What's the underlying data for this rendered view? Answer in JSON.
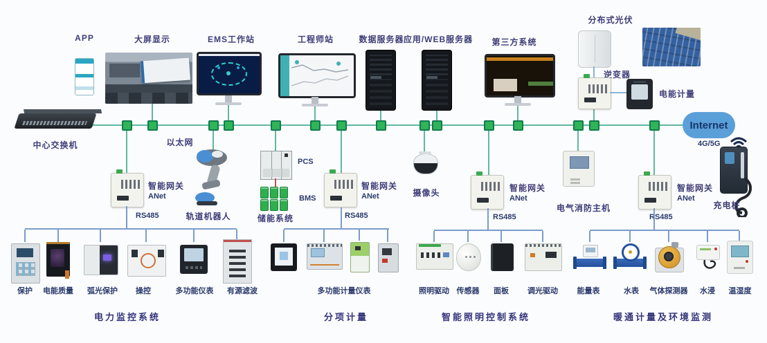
{
  "colors": {
    "background": "#fbfcfe",
    "ethernet_line": "#5fb8a0",
    "node_green": "#2fb457",
    "node_border": "#117a4e",
    "rs485_line": "#7b9ccb",
    "label_text": "#3d3d77",
    "internet_cloud": "#5b9fd8",
    "internet_text": "#16366b",
    "battery_green": "#2fae4e",
    "pcs_link_red": "#c0504d"
  },
  "top_row": {
    "app": "APP",
    "big_screen": "大屏显示",
    "ems_workstation": "EMS工作站",
    "engineer_station": "工程师站",
    "data_server": "数据服务器",
    "web_server": "应用/WEB服务器",
    "third_party": "第三方系统",
    "distributed_pv": "分布式光伏",
    "inverter": "逆变器",
    "energy_metering": "电能计量",
    "internet": "Internet",
    "cellular": "4G/5G"
  },
  "network": {
    "core_switch": "中心交换机",
    "ethernet": "以太网",
    "rs485": "RS485",
    "gateway_name": "智能网关",
    "gateway_model": "ANet"
  },
  "mid_row": {
    "rail_robot": "轨道机器人",
    "pcs": "PCS",
    "bms": "BMS",
    "storage_system": "储能系统",
    "camera": "摄像头",
    "fire_host": "电气消防主机",
    "charging_pile": "充电桩"
  },
  "groups": [
    {
      "title": "电力监控系统",
      "devices": [
        "保护",
        "电能质量",
        "弧光保护",
        "操控",
        "多功能仪表",
        "有源滤波"
      ]
    },
    {
      "title": "分项计量",
      "devices": [
        "多功能计量仪表"
      ]
    },
    {
      "title": "智能照明控制系统",
      "devices": [
        "照明驱动",
        "传感器",
        "面板",
        "调光驱动"
      ]
    },
    {
      "title": "暖通计量及环境监测",
      "devices": [
        "能量表",
        "水表",
        "气体探测器",
        "水浸",
        "温湿度"
      ]
    }
  ]
}
